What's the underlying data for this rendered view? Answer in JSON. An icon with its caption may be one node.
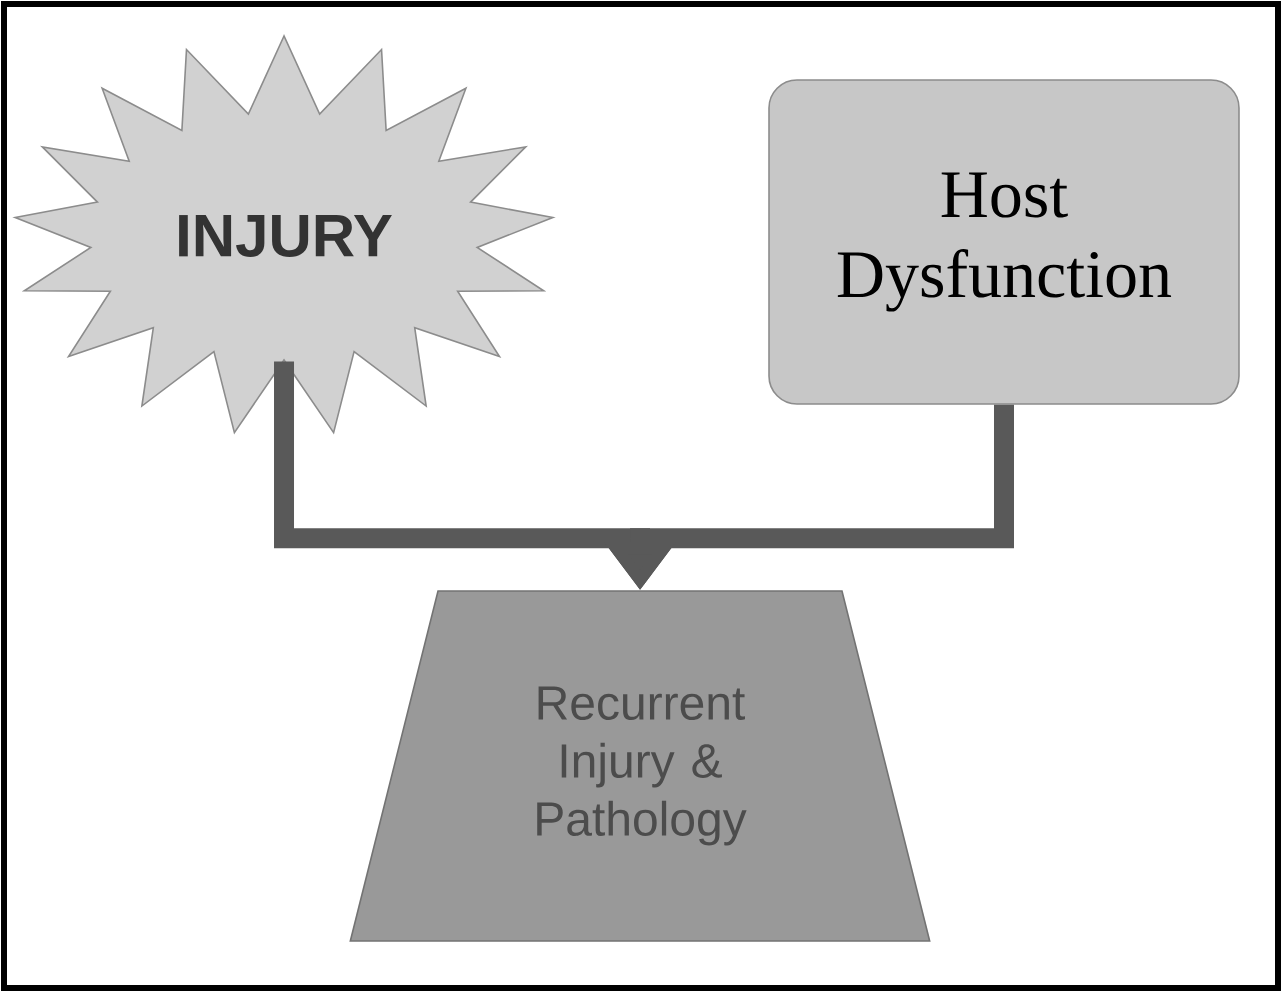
{
  "diagram": {
    "nodes": [
      {
        "text": [
          "INJURY"
        ]
      },
      {
        "text": [
          "Host Dysfunction"
        ]
      },
      {
        "text": [
          "Recurrent Injury & Pathology"
        ]
      }
    ],
    "edges": [
      {
        "from": 0,
        "to": 2,
        "arrow": "to"
      },
      {
        "from": 1,
        "to": 2,
        "arrow": "to"
      }
    ]
  }
}
